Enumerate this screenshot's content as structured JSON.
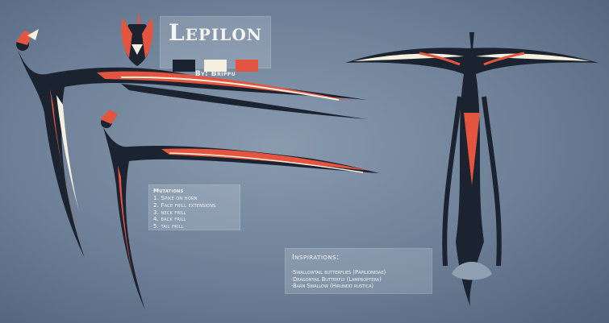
{
  "title": "Lepilon",
  "author": "By: Brippu",
  "palette": [
    "#1c2330",
    "#f4efde",
    "#e4553f"
  ],
  "mutations": {
    "heading": "Mutations",
    "items": [
      "1. Spike on horn",
      "2. Face frill extensions",
      "3. neck frill",
      "4. back frill",
      "5. tail frill"
    ]
  },
  "inspirations": {
    "heading": "Inspirations:",
    "items": [
      "·Swallowtail butterflies (Papilionidae)",
      "·Dragontail Butterfly (Lamproptera)",
      "·Barn Swallow (Hirundo rustica)"
    ]
  }
}
